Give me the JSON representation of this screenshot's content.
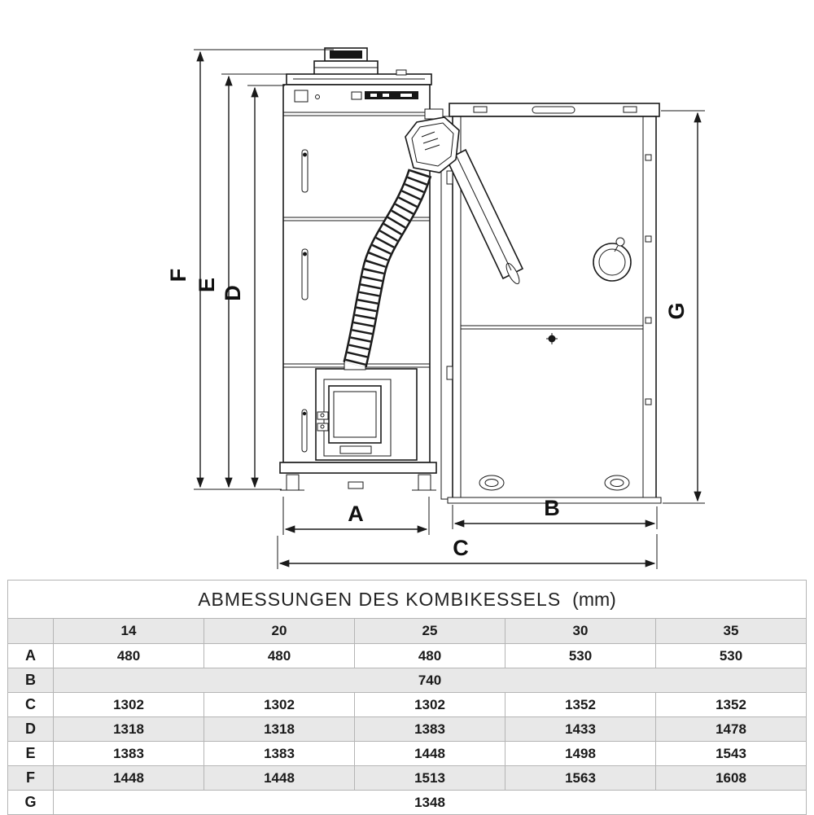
{
  "diagram": {
    "dim_labels": {
      "A": "A",
      "B": "B",
      "C": "C",
      "D": "D",
      "E": "E",
      "F": "F",
      "G": "G"
    }
  },
  "table": {
    "title": "ABMESSUNGEN DES KOMBIKESSELS",
    "unit": "(mm)",
    "columns": [
      "14",
      "20",
      "25",
      "30",
      "35"
    ],
    "rows": [
      {
        "label": "A",
        "values": [
          "480",
          "480",
          "480",
          "530",
          "530"
        ]
      },
      {
        "label": "B",
        "values": [
          "740"
        ]
      },
      {
        "label": "C",
        "values": [
          "1302",
          "1302",
          "1302",
          "1352",
          "1352"
        ]
      },
      {
        "label": "D",
        "values": [
          "1318",
          "1318",
          "1383",
          "1433",
          "1478"
        ]
      },
      {
        "label": "E",
        "values": [
          "1383",
          "1383",
          "1448",
          "1498",
          "1543"
        ]
      },
      {
        "label": "F",
        "values": [
          "1448",
          "1448",
          "1513",
          "1563",
          "1608"
        ]
      },
      {
        "label": "G",
        "values": [
          "1348"
        ]
      }
    ]
  }
}
